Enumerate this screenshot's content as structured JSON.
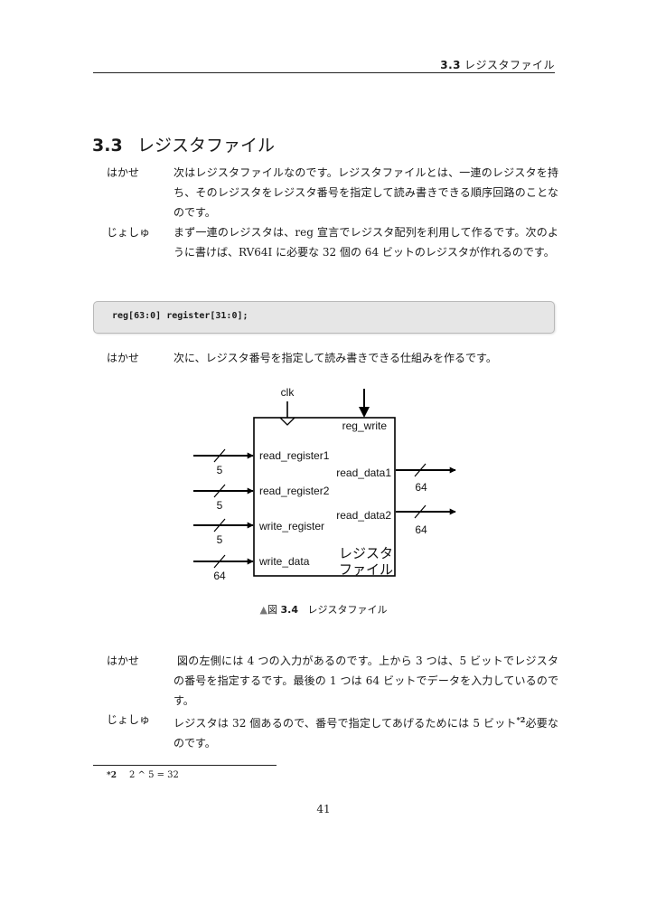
{
  "running_header": {
    "number": "3.3",
    "title": "レジスタファイル"
  },
  "section": {
    "number": "3.3",
    "title": "レジスタファイル"
  },
  "dialog1": [
    {
      "speaker": "はかせ",
      "text": "次はレジスタファイルなのです。レジスタファイルとは、一連のレジスタを持ち、そのレジスタをレジスタ番号を指定して読み書きできる順序回路のことなのです。"
    },
    {
      "speaker": "じょしゅ",
      "text": "まず一連のレジスタは、reg 宣言でレジスタ配列を利用して作るです。次のように書けば、RV64I に必要な 32 個の 64 ビットのレジスタが作れるのです。"
    }
  ],
  "code": "reg[63:0] register[31:0];",
  "dialog2": [
    {
      "speaker": "はかせ",
      "text": "次に、レジスタ番号を指定して読み書きできる仕組みを作るです。"
    }
  ],
  "figure": {
    "clk": "clk",
    "reg_write": "reg_write",
    "inputs": [
      {
        "label": "read_register1",
        "width": "5"
      },
      {
        "label": "read_register2",
        "width": "5"
      },
      {
        "label": "write_register",
        "width": "5"
      },
      {
        "label": "write_data",
        "width": "64"
      }
    ],
    "outputs": [
      {
        "label": "read_data1",
        "width": "64"
      },
      {
        "label": "read_data2",
        "width": "64"
      }
    ],
    "block_name_line1": "レジスタ",
    "block_name_line2": "ファイル"
  },
  "caption": {
    "marker": "▲",
    "prefix": "図",
    "number": "3.4",
    "title": "レジスタファイル"
  },
  "dialog3": [
    {
      "speaker": "はかせ",
      "text": "図の左側には 4 つの入力があるのです。上から 3 つは、5 ビットでレジスタの番号を指定するです。最後の 1 つは 64 ビットでデータを入力しているのです。"
    },
    {
      "speaker": "じょしゅ",
      "text_before": "レジスタは 32 個あるので、番号で指定してあげるためには 5 ビット",
      "footnote_ref": "*2",
      "text_after": "必要なのです。"
    }
  ],
  "footnote": {
    "mark": "*2",
    "text": "2 ^ 5 = 32"
  },
  "page_number": "41"
}
